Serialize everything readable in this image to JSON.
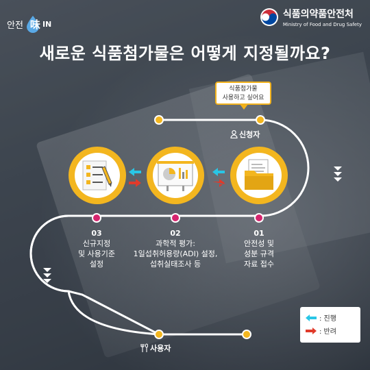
{
  "header": {
    "logo_left_text": "안전",
    "logo_left_badge": "味",
    "logo_left_suffix": "IN",
    "agency_name": "식품의약품안전처",
    "agency_sub": "Ministry of Food and Drug Safety"
  },
  "title": "새로운 식품첨가물은 어떻게 지정될까요?",
  "bubble": {
    "line1": "식품첨가물",
    "line2": "사용하고 싶어요"
  },
  "applicant_label": "신청자",
  "user_label": "사용자",
  "steps": [
    {
      "num": "01",
      "lines": [
        "안전성 및",
        "성분 규격",
        "자료 접수"
      ]
    },
    {
      "num": "02",
      "lines": [
        "과학적 평가:",
        "1일섭취허용량(ADI) 설정,",
        "섭취실태조사 등"
      ]
    },
    {
      "num": "03",
      "lines": [
        "신규지정",
        "및 사용기준",
        "설정"
      ]
    }
  ],
  "legend": {
    "forward": ": 진행",
    "reject": ": 반려"
  },
  "colors": {
    "accent_yellow": "#f3b61f",
    "node_pink": "#d6246e",
    "forward_cyan": "#29c6e6",
    "reject_red": "#e03a2a"
  }
}
